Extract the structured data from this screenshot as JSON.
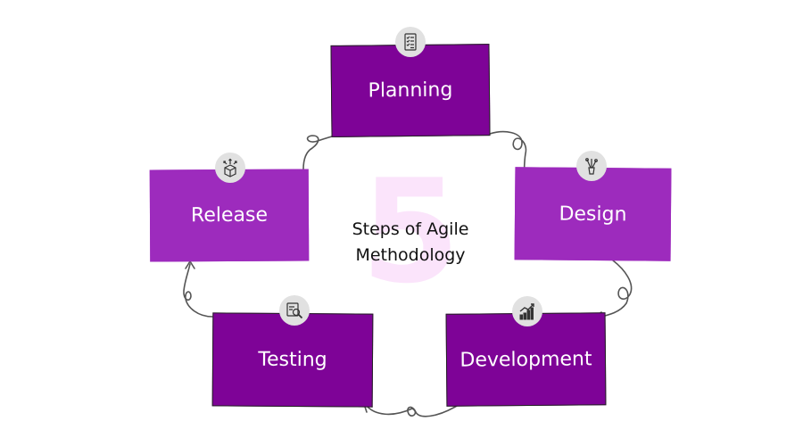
{
  "diagram": {
    "center_number": "5",
    "center_title_line1": "Steps of Agile",
    "center_title_line2": "Methodology",
    "colors": {
      "dark_box": "#7e0397",
      "light_box": "#9d2bbd",
      "number_watermark": "#fbe4fb",
      "icon_badge": "#e1e1e1",
      "connector": "#555555"
    },
    "steps": [
      {
        "label": "Planning",
        "icon": "checklist-icon"
      },
      {
        "label": "Design",
        "icon": "brush-pot-icon"
      },
      {
        "label": "Development",
        "icon": "growth-chart-icon"
      },
      {
        "label": "Testing",
        "icon": "inspection-magnifier-icon"
      },
      {
        "label": "Release",
        "icon": "package-box-icon"
      }
    ]
  }
}
